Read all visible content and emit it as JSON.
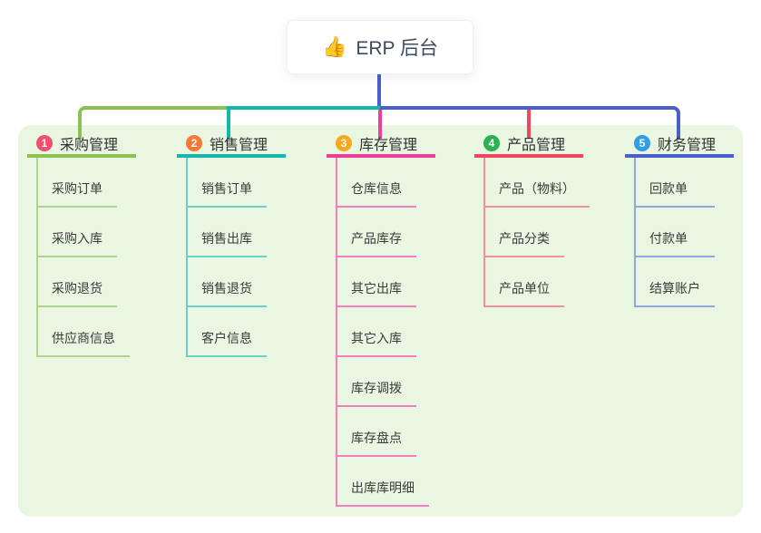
{
  "root": {
    "icon": "thumbs-up-icon",
    "emoji": "👍",
    "label": "ERP 后台"
  },
  "colors": {
    "canvas_bg": "#ffffff",
    "panel_bg": "#e8f6e2",
    "root_text": "#3d4b5c",
    "branch_title_text": "#333333",
    "child_text": "#3b3b3b",
    "connector_blue": "#4a5fc9"
  },
  "branches": [
    {
      "num": "1",
      "label": "采购管理",
      "badge_color": "#f0506e",
      "line_color": "#8cc152",
      "child_line_color": "#aed58c",
      "children": [
        "采购订单",
        "采购入库",
        "采购退货",
        "供应商信息"
      ]
    },
    {
      "num": "2",
      "label": "销售管理",
      "badge_color": "#f47a35",
      "line_color": "#14b8ab",
      "child_line_color": "#6fcfc7",
      "children": [
        "销售订单",
        "销售出库",
        "销售退货",
        "客户信息"
      ]
    },
    {
      "num": "3",
      "label": "库存管理",
      "badge_color": "#f9a71c",
      "line_color": "#ed3f9a",
      "child_line_color": "#f17fc0",
      "children": [
        "仓库信息",
        "产品库存",
        "其它出库",
        "其它入库",
        "库存调拨",
        "库存盘点",
        "出库库明细"
      ]
    },
    {
      "num": "4",
      "label": "产品管理",
      "badge_color": "#2db150",
      "line_color": "#f0475d",
      "child_line_color": "#f78f9b",
      "children": [
        "产品（物料）",
        "产品分类",
        "产品单位"
      ]
    },
    {
      "num": "5",
      "label": "财务管理",
      "badge_color": "#2d9fe5",
      "line_color": "#4a5fc9",
      "child_line_color": "#92a7e0",
      "children": [
        "回款单",
        "付款单",
        "结算账户"
      ]
    }
  ]
}
